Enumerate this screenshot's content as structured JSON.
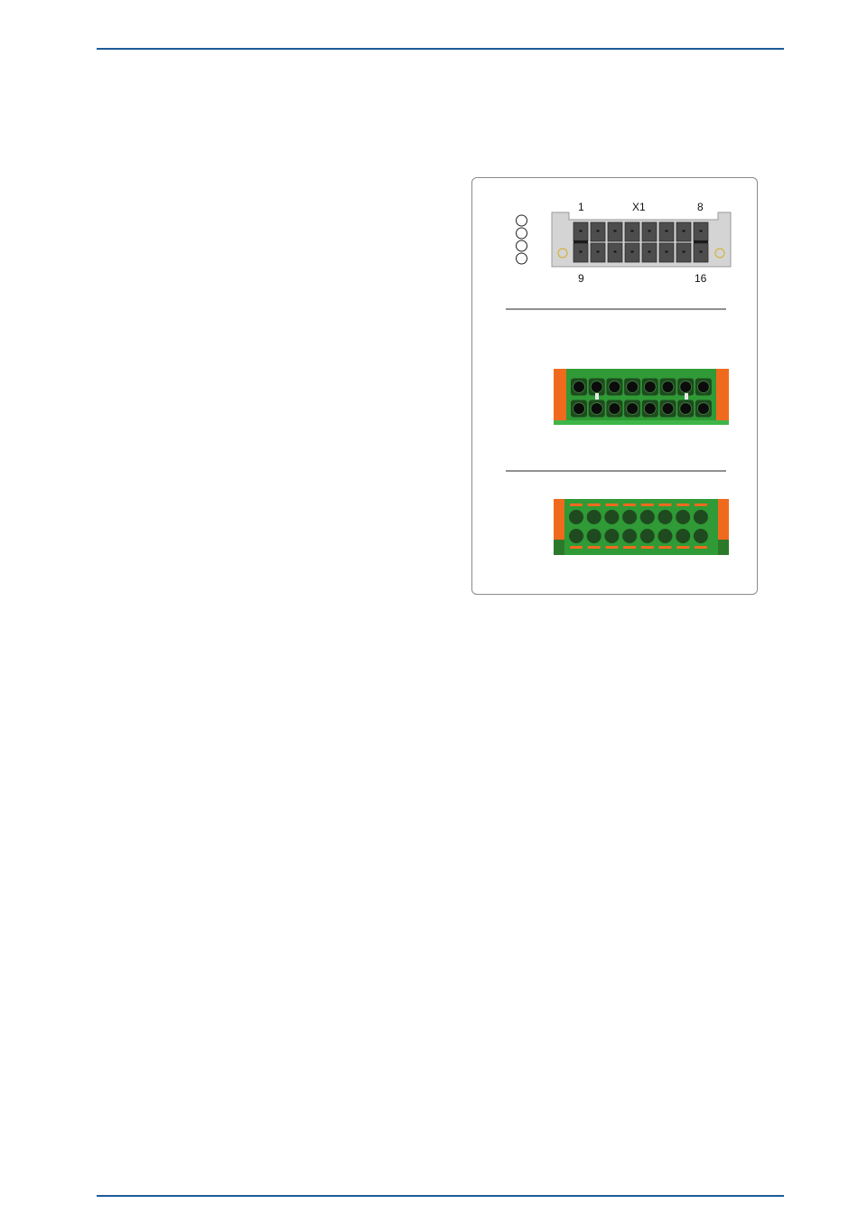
{
  "colors": {
    "accent_rule": "#1d5c9a",
    "header_plate": "#d4d4d4",
    "pin_dark": "#4d4d4d",
    "plug_green": "#2f9a36",
    "plug_dark": "#1f4a1f",
    "plug_orange": "#f06a1e",
    "mount_hole": "#d2b441"
  },
  "connector": {
    "designator": "X1",
    "pin_first_top": "1",
    "pin_last_top": "8",
    "pin_first_bottom": "9",
    "pin_last_bottom": "16",
    "rows": 2,
    "pins_per_row": 8
  },
  "leds": {
    "count": 4
  },
  "plug_front": {
    "rows": 2,
    "openings_per_row": 8
  },
  "plug_top": {
    "rows": 2,
    "openings_per_row": 8
  }
}
